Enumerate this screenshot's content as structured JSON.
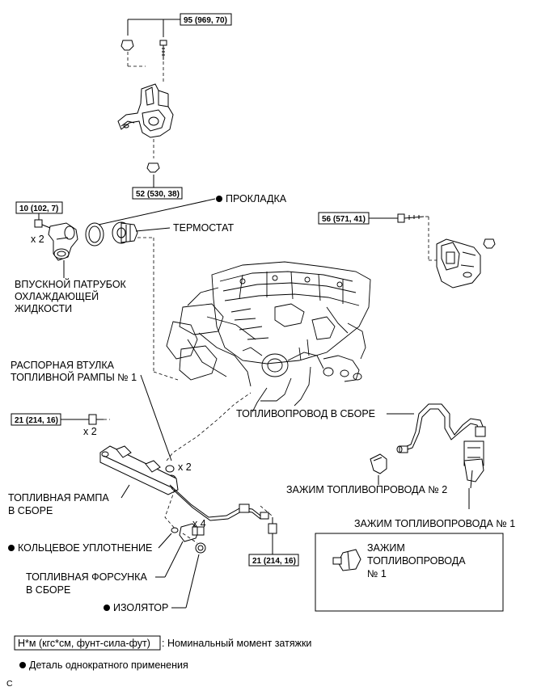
{
  "torques": {
    "t95": "95 (969, 70)",
    "t52": "52 (530, 38)",
    "t10": "10 (102, 7)",
    "t56": "56 (571, 41)",
    "t21a": "21 (214, 16)",
    "t21b": "21 (214, 16)"
  },
  "labels": {
    "gasket": "ПРОКЛАДКА",
    "thermostat": "ТЕРМОСТАТ",
    "water_inlet": [
      "ВПУСКНОЙ ПАТРУБОК",
      "ОХЛАЖДАЮЩЕЙ",
      "ЖИДКОСТИ"
    ],
    "spacer": [
      "РАСПОРНАЯ ВТУЛКА",
      "ТОПЛИВНОЙ РАМПЫ № 1"
    ],
    "fuel_tube": "ТОПЛИВОПРОВОД В СБОРЕ",
    "fuel_rail": [
      "ТОПЛИВНАЯ РАМПА",
      "В СБОРЕ"
    ],
    "clip2": "ЗАЖИМ ТОПЛИВОПРОВОДА № 2",
    "clip1": "ЗАЖИМ ТОПЛИВОПРОВОДА № 1",
    "oring": "КОЛЬЦЕВОЕ УПЛОТНЕНИЕ",
    "injector": [
      "ТОПЛИВНАЯ ФОРСУНКА",
      "В СБОРЕ"
    ],
    "insulator": "ИЗОЛЯТОР",
    "inset_clip": [
      "ЗАЖИМ",
      "ТОПЛИВОПРОВОДА",
      "№ 1"
    ]
  },
  "counts": {
    "x2_inlet": "x 2",
    "x2_bolt": "x 2",
    "x2_spacer": "x 2",
    "x4_injector": "x 4"
  },
  "legend": {
    "torque_key": "Н*м (кгс*см, фунт-сила-фут)",
    "torque_desc": ": Номинальный момент затяжки",
    "nonreusable": "Деталь однократного применения"
  },
  "corner_code": "C"
}
